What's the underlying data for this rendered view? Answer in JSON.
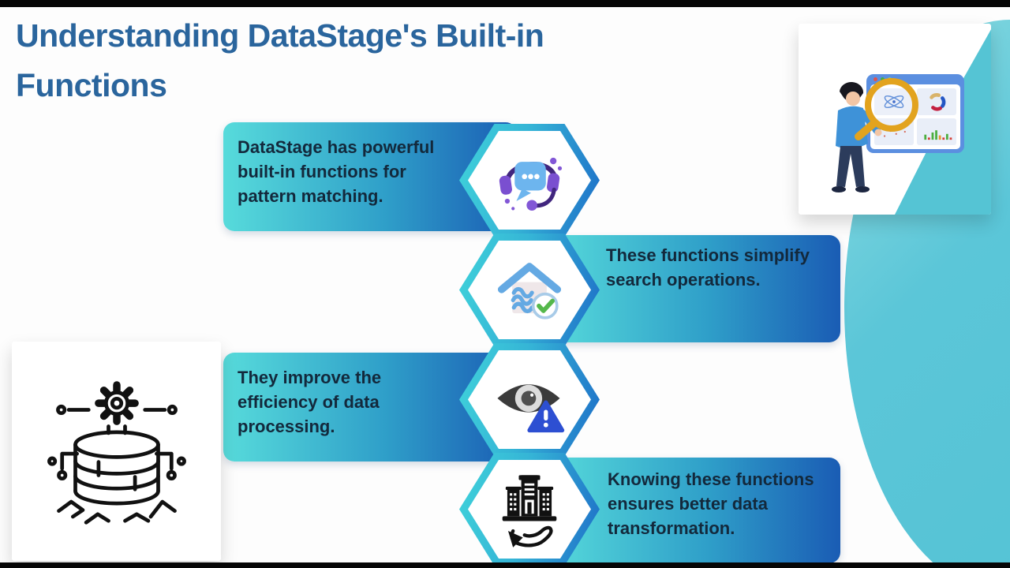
{
  "title": {
    "line1": "Understanding DataStage's Built-in",
    "line2": "Functions"
  },
  "callouts": [
    {
      "text": "DataStage has powerful built-in functions for pattern matching.",
      "icon": "headset-chat-icon",
      "side": "left"
    },
    {
      "text": "These functions simplify search operations.",
      "icon": "house-waves-check-icon",
      "side": "right"
    },
    {
      "text": "They improve the efficiency of data processing.",
      "icon": "eye-warning-icon",
      "side": "left"
    },
    {
      "text": "Knowing these functions ensures better data transformation.",
      "icon": "building-hand-icon",
      "side": "right"
    }
  ],
  "illustrations": {
    "top_right": "person-with-magnifier-analyzing-dashboard",
    "bottom_left": "database-gear-line-art"
  },
  "colors": {
    "title_blue": "#2a659d",
    "callout_teal": "#57dbdb",
    "callout_blue": "#1a5cb4",
    "hex_border_teal": "#3fd2da",
    "hex_border_blue": "#1e6fc8",
    "side_ellipse_teal": "#5bc6d8",
    "body_text": "#13293c",
    "letterbox_black": "#060606"
  }
}
